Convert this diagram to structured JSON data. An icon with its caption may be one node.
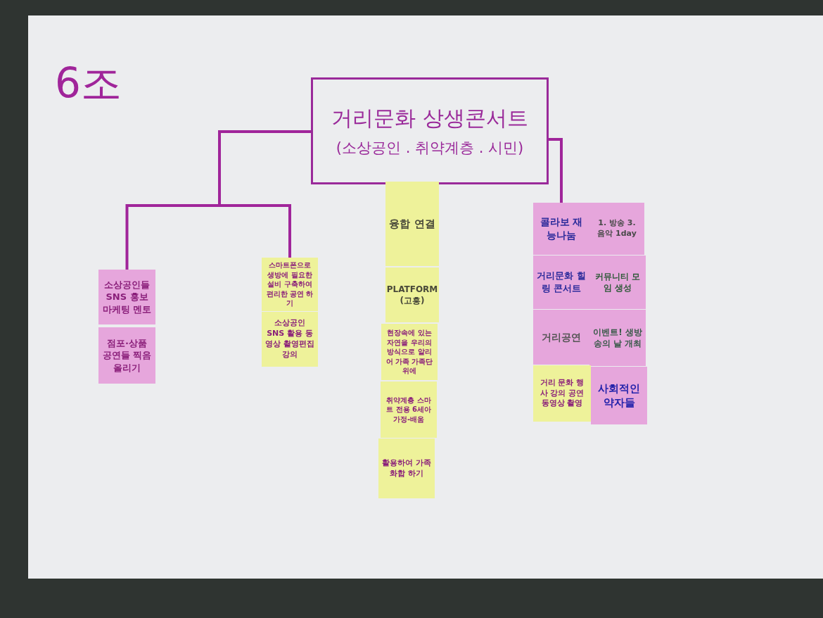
{
  "diagram": {
    "nodes": [
      {
        "text": [
          "거리문화 상생콘서트",
          "(소상공인 . 취약계층 . 시민)"
        ]
      },
      {
        "text": [
          "소상공인들 SNS 홍보 마케팅 멘토"
        ]
      },
      {
        "text": [
          "점포·상품 공연들 찍음 올리기"
        ]
      },
      {
        "text": [
          "스마트폰으로 생방에 필요한 설비 구축하여 편리한 공연 하기"
        ]
      },
      {
        "text": [
          "소상공인 SNS 활용 동영상 촬영편집 강의"
        ]
      },
      {
        "text": [
          "융합 연결"
        ]
      },
      {
        "text": [
          "PLATFORM (고흥)"
        ]
      },
      {
        "text": [
          "현장속에 있는 자연을 우리의 방식으로 알리어 가족 가족단위에"
        ]
      },
      {
        "text": [
          "취약계층 스마트 전용 6세아가정-배움"
        ]
      },
      {
        "text": [
          "활용하여 가족화합 하기"
        ]
      },
      {
        "text": [
          "콜라보 재능나눔"
        ]
      },
      {
        "text": [
          "1. 방송 3. 음악 1day"
        ]
      },
      {
        "text": [
          "거리문화 힐링 콘서트"
        ]
      },
      {
        "text": [
          "커뮤니티 모임 생성"
        ]
      },
      {
        "text": [
          "거리공연"
        ]
      },
      {
        "text": [
          "이벤트! 생방송의 날 개최"
        ]
      },
      {
        "text": [
          "거리 문화 행사 강의 공연 동영상 촬영"
        ]
      },
      {
        "text": [
          "사회적인 약자들"
        ]
      }
    ],
    "edges": [
      {
        "from": 0,
        "to": 1,
        "arrow": "none"
      },
      {
        "from": 0,
        "to": 3,
        "arrow": "none"
      },
      {
        "from": 0,
        "to": 10,
        "arrow": "none"
      }
    ],
    "labels": [
      "6조"
    ]
  }
}
